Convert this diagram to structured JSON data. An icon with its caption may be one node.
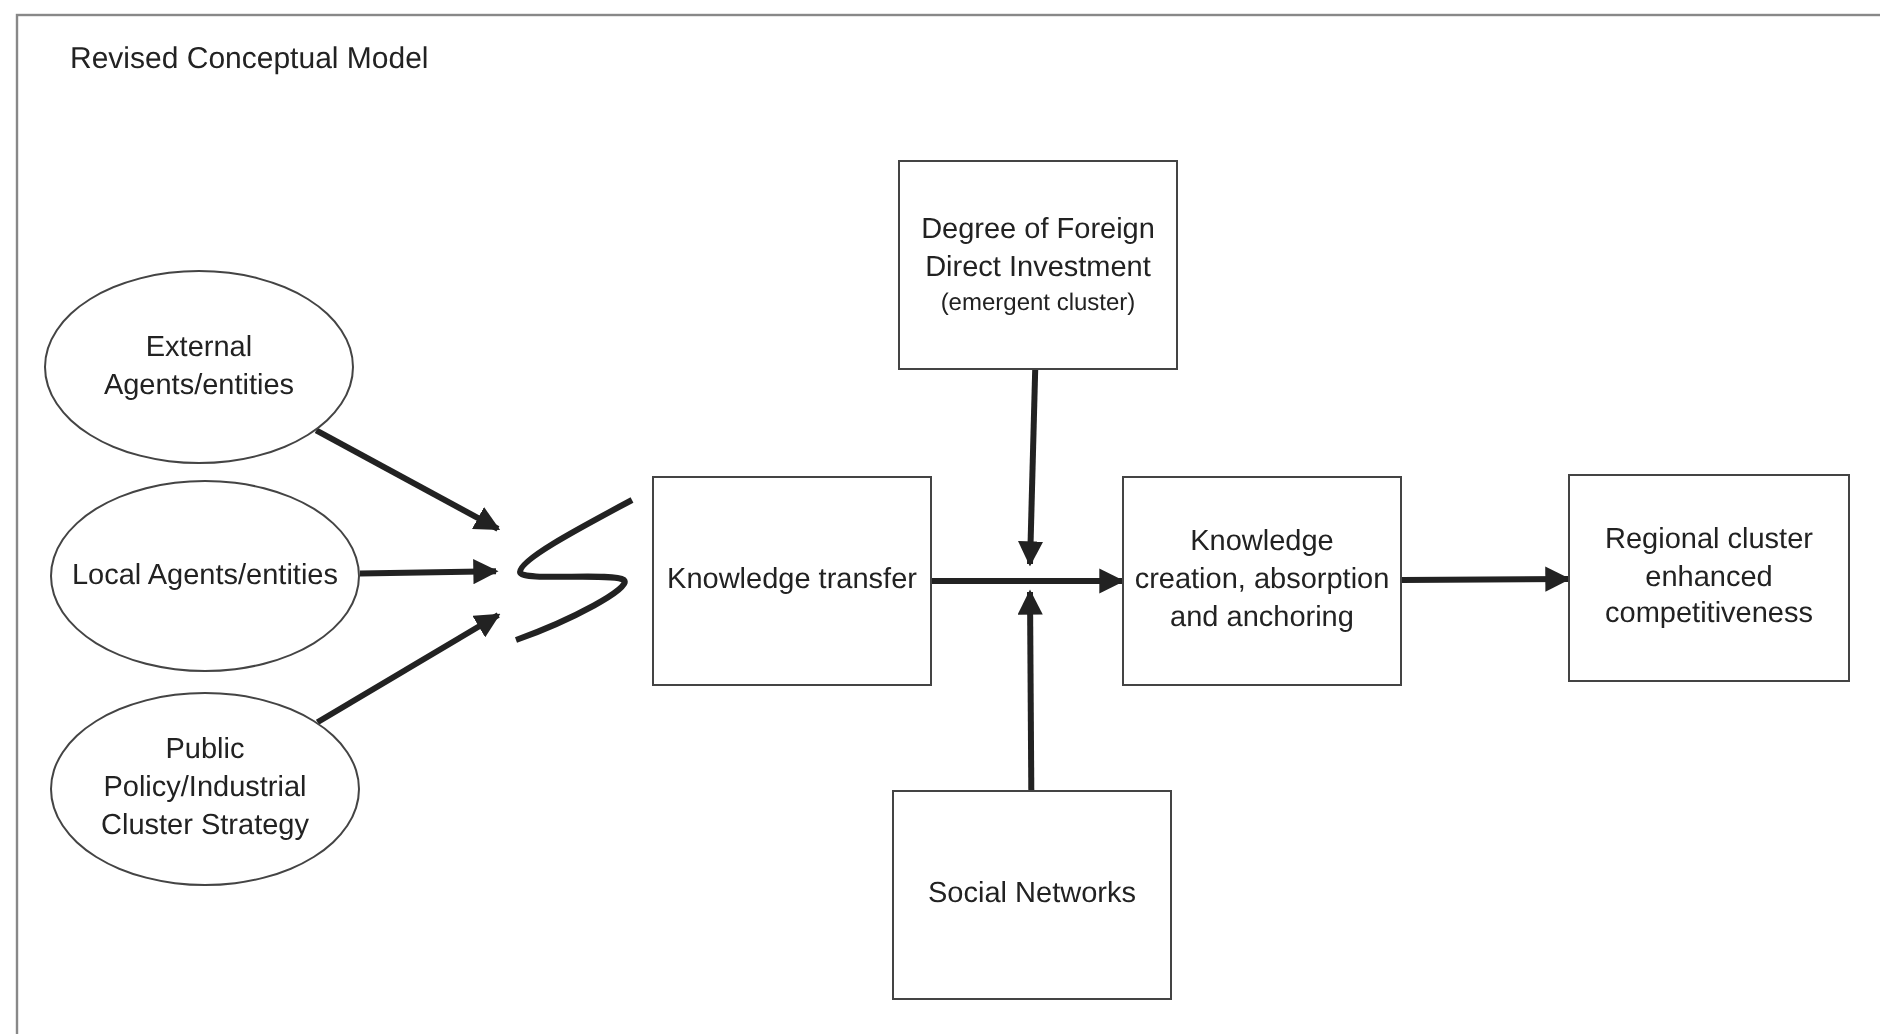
{
  "diagram": {
    "title": "Revised Conceptual Model",
    "nodes": [
      {
        "text": [
          "External Agents/entities"
        ]
      },
      {
        "text": [
          "Local Agents/entities"
        ]
      },
      {
        "text": [
          "Public Policy/Industrial Cluster Strategy"
        ]
      },
      {
        "text": [],
        "shape": "squiggle"
      },
      {
        "text": [
          "Knowledge transfer"
        ]
      },
      {
        "text": [
          "Degree of Foreign Direct Investment",
          "(emergent cluster)"
        ]
      },
      {
        "text": [
          "Knowledge creation, absorption and anchoring"
        ]
      },
      {
        "text": [
          "Regional cluster enhanced competitiveness"
        ]
      },
      {
        "text": [
          "Social Networks"
        ]
      }
    ],
    "edges": [
      {
        "from": 0,
        "to": 3,
        "arrow": "to"
      },
      {
        "from": 1,
        "to": 3,
        "arrow": "to"
      },
      {
        "from": 2,
        "to": 3,
        "arrow": "to"
      },
      {
        "from": 4,
        "to": 6,
        "arrow": "to"
      },
      {
        "from": 5,
        "to": null,
        "arrow": "to"
      },
      {
        "from": 8,
        "to": null,
        "arrow": "to"
      },
      {
        "from": 6,
        "to": 7,
        "arrow": "to"
      }
    ]
  }
}
